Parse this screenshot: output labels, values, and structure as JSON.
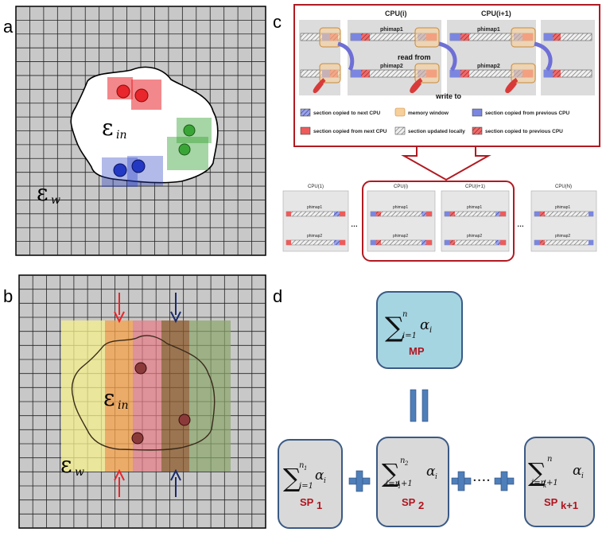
{
  "panels": {
    "a": "a",
    "b": "b",
    "c": "c",
    "d": "d"
  },
  "panel_a": {
    "eps_in": "ε",
    "in_sub": "in",
    "eps_w": "ε",
    "w_sub": "w"
  },
  "panel_b": {
    "eps_in": "ε",
    "in_sub": "in",
    "eps_w": "ε",
    "w_sub": "w"
  },
  "panel_c": {
    "cpu_i": "CPU(i)",
    "cpu_i1": "CPU(i+1)",
    "phimap1": "phimap1",
    "phimap2": "phimap2",
    "read_from": "read from",
    "write_to": "write to",
    "legend": [
      "section copied to next CPU",
      "memory window",
      "section copied from previous CPU",
      "section copied from next CPU",
      "section updated locally",
      "section copied to previous CPU"
    ],
    "lower": {
      "cpu_1": "CPU(1)",
      "cpu_i": "CPU(i)",
      "cpu_i1": "CPU(i+1)",
      "cpu_n": "CPU(N)",
      "phimap1": "phimap1",
      "phimap2": "phimap2",
      "ellipsis": "…"
    }
  },
  "panel_d": {
    "mp": "MP",
    "sp1": "SP",
    "sp1_sub": "1",
    "sp2": "SP",
    "sp2_sub": "2",
    "spk": "SP",
    "spk_sub": "k+1",
    "sigma": "∑",
    "alpha": "α",
    "i": "i",
    "mp_lo": "i=1",
    "mp_hi": "n",
    "sp1_lo": "i=1",
    "sp1_hi": "n",
    "sp1_hi_sub": "1",
    "sp2_lo": "i=n",
    "sp2_lo_sub": "1",
    "sp2_lo_tail": "+1",
    "sp2_hi": "n",
    "sp2_hi_sub": "2",
    "spk_lo": "i=n",
    "spk_lo_sub": "k",
    "spk_lo_tail": "+1",
    "spk_hi": "n",
    "dots": "····"
  },
  "colors": {
    "grid_bg": "#c8c8c8",
    "red": "#e8262b",
    "green": "#3aa537",
    "blue": "#2339c4",
    "box_red": "#b11a22",
    "mp_fill": "#a6d5e2",
    "sp_fill": "#d9d9d9",
    "box_border": "#3a5a85",
    "plus": "#4f7fba"
  }
}
